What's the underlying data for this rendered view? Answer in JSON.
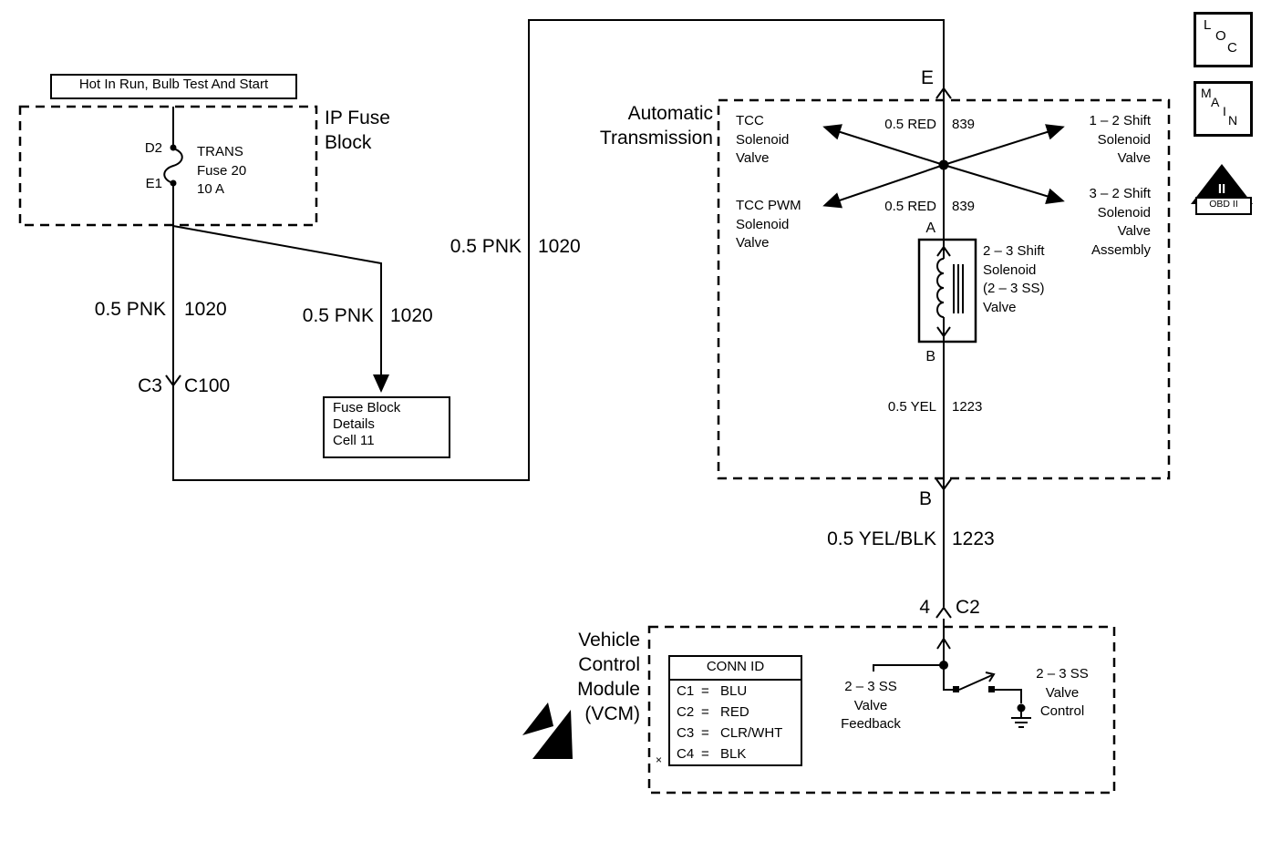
{
  "diagram": {
    "power_label": "Hot In Run, Bulb Test And Start",
    "footnote_mark": "×"
  },
  "legend": {
    "loc_letters": [
      "L",
      "O",
      "C"
    ],
    "main_letters": [
      "M",
      "A",
      "I",
      "N"
    ],
    "obd_mark": "II",
    "obd_label": "OBD II"
  },
  "fuse_block": {
    "title": "IP Fuse\nBlock",
    "pin_top": "D2",
    "pin_bottom": "E1",
    "fuse_info": "TRANS\nFuse 20\n10 A",
    "details_ref": "Fuse Block\nDetails\nCell 11"
  },
  "wires": {
    "pnk_left": {
      "color": "0.5 PNK",
      "circuit": "1020"
    },
    "pnk_branch": {
      "color": "0.5 PNK",
      "circuit": "1020"
    },
    "pnk_main": {
      "color": "0.5 PNK",
      "circuit": "1020"
    },
    "red_upper": {
      "color": "0.5 RED",
      "circuit": "839"
    },
    "red_lower": {
      "color": "0.5 RED",
      "circuit": "839"
    },
    "yel": {
      "color": "0.5 YEL",
      "circuit": "1223"
    },
    "yel_blk": {
      "color": "0.5 YEL/BLK",
      "circuit": "1223"
    }
  },
  "connectors": {
    "c100_pin": "C3",
    "c100_name": "C100",
    "e_pin": "E",
    "a_pin": "A",
    "b_pin_inner": "B",
    "b_pin_outer": "B",
    "c2_pin": "4",
    "c2_name": "C2"
  },
  "transmission": {
    "title": "Automatic\nTransmission",
    "tcc_valve": "TCC\nSolenoid\nValve",
    "shift_1_2": "1 – 2 Shift\nSolenoid\nValve",
    "tcc_pwm_valve": "TCC PWM\nSolenoid\nValve",
    "shift_3_2": "3 – 2 Shift\nSolenoid\nValve\nAssembly",
    "shift_2_3": "2 – 3 Shift\nSolenoid\n(2 – 3 SS)\nValve"
  },
  "vcm": {
    "title": "Vehicle\nControl\nModule\n(VCM)",
    "conn_header": "CONN ID",
    "conn_rows": [
      {
        "id": "C1",
        "eq": "=",
        "color": "BLU"
      },
      {
        "id": "C2",
        "eq": "=",
        "color": "RED"
      },
      {
        "id": "C3",
        "eq": "=",
        "color": "CLR/WHT"
      },
      {
        "id": "C4",
        "eq": "=",
        "color": "BLK"
      }
    ],
    "feedback_label": "2 – 3 SS\nValve\nFeedback",
    "control_label": "2 – 3 SS\nValve\nControl"
  }
}
